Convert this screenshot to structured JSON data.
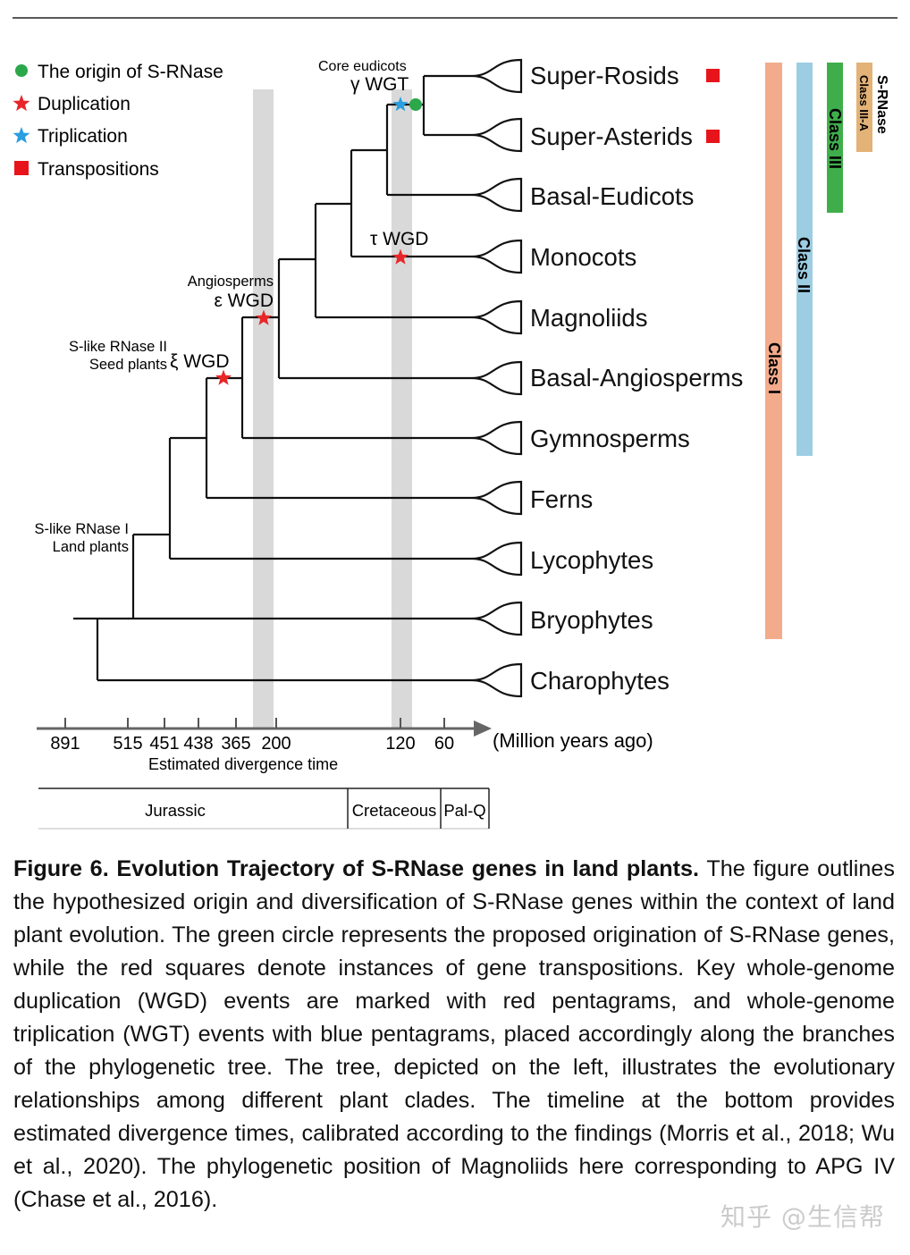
{
  "legend": {
    "origin": "The origin of S-RNase",
    "duplication": "Duplication",
    "triplication": "Triplication",
    "transpositions": "Transpositions"
  },
  "events": {
    "core_eudicots": "Core eudicots",
    "gamma_wgt": "γ WGT",
    "tau_wgd": "τ WGD",
    "angiosperms": "Angiosperms",
    "epsilon_wgd": "ε WGD",
    "slike_ii": "S-like RNase II",
    "seed_plants": "Seed plants",
    "xi_wgd": "ξ WGD",
    "slike_i": "S-like RNase I",
    "land_plants": "Land plants"
  },
  "taxa": [
    "Super-Rosids",
    "Super-Asterids",
    "Basal-Eudicots",
    "Monocots",
    "Magnoliids",
    "Basal-Angiosperms",
    "Gymnosperms",
    "Ferns",
    "Lycophytes",
    "Bryophytes",
    "Charophytes"
  ],
  "classes": {
    "class_i": "Class I",
    "class_ii": "Class II",
    "class_iii": "Class III",
    "srnase": "S-RNase",
    "class_iii_a": "Class III-A"
  },
  "axis": {
    "ticks": [
      "891",
      "515",
      "451",
      "438",
      "365",
      "200",
      "120",
      "60"
    ],
    "unit": "(Million years ago)",
    "label": "Estimated divergence time"
  },
  "periods": [
    "Jurassic",
    "Cretaceous",
    "Pal-Q"
  ],
  "colors": {
    "origin": "#2aa84a",
    "duplication": "#e8262a",
    "triplication": "#2a9ee0",
    "transposition": "#e8141c",
    "class_i": "#f4ab8b",
    "class_ii": "#9ccde3",
    "class_iii": "#3fae4a",
    "class_iii_a": "#e3b277",
    "band": "#d9d9d9"
  },
  "caption": {
    "title": "Figure 6. Evolution Trajectory of S-RNase genes in land plants.",
    "body": "The figure outlines the hypothesized origin and diversification of S-RNase genes within the context of land plant evolution. The green circle represents the proposed origination of S-RNase genes, while the red squares denote instances of gene transpositions. Key whole-genome duplication (WGD) events are marked with red pentagrams, and whole-genome triplication (WGT) events with blue pentagrams, placed accordingly along the branches of the phylogenetic tree. The tree, depicted on the left, illustrates the evolutionary relationships among different plant clades. The timeline at the bottom provides estimated divergence times, calibrated according to the findings (Morris et al., 2018; Wu et al., 2020). The phylogenetic position of Magnoliids here corresponding to APG IV (Chase et al., 2016)."
  },
  "watermark": "知乎 @生信帮"
}
